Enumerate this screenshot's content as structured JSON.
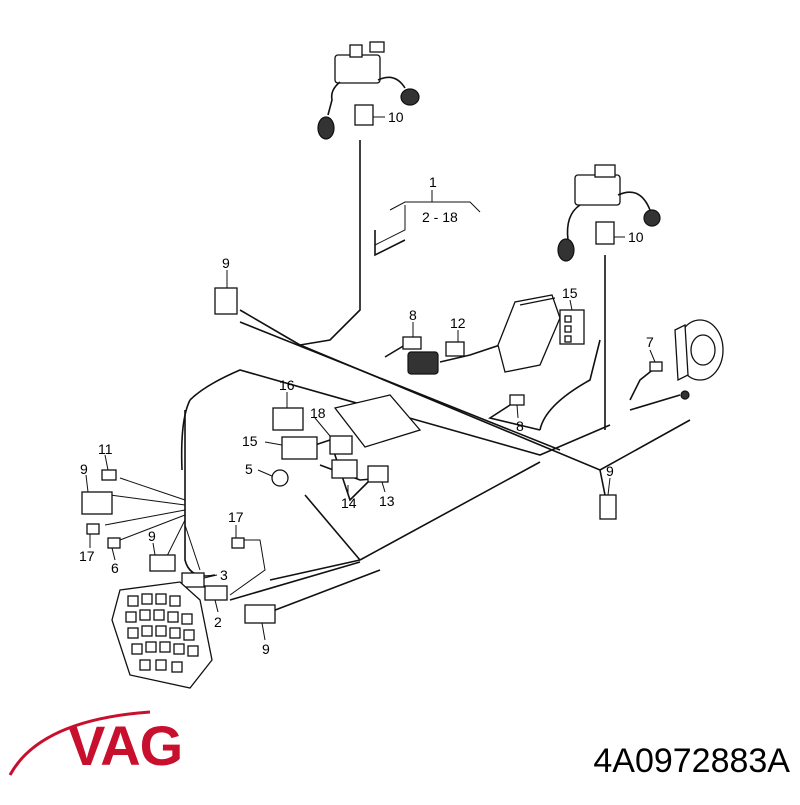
{
  "diagram": {
    "callouts": {
      "c1": "1",
      "c2_18": "2 - 18",
      "c10a": "10",
      "c10b": "10",
      "c9a": "9",
      "c8a": "8",
      "c12": "12",
      "c15a": "15",
      "c7": "7",
      "c16": "16",
      "c18": "18",
      "c15b": "15",
      "c5": "5",
      "c14": "14",
      "c13": "13",
      "c8b": "8",
      "c9b": "9",
      "c11": "11",
      "c9c": "9",
      "c17a": "17",
      "c6": "6",
      "c9d": "9",
      "c17b": "17",
      "c3": "3",
      "c2": "2",
      "c9e": "9"
    }
  },
  "footer": {
    "brand": "VAG",
    "part_number": "4A0972883A"
  },
  "colors": {
    "brand_red": "#c8102e",
    "line": "#111111"
  }
}
